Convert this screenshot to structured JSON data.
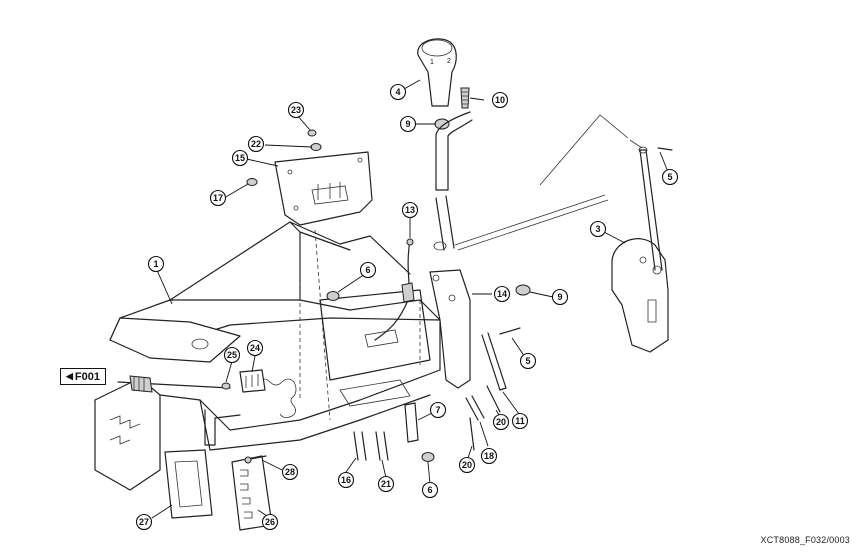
{
  "document_id": "XCT8088_F032/0003",
  "reference_tag": {
    "label": "F001",
    "arrow_icon": "left-triangle-icon"
  },
  "callouts": [
    {
      "id": "c1",
      "label": "1"
    },
    {
      "id": "c3",
      "label": "3"
    },
    {
      "id": "c4",
      "label": "4"
    },
    {
      "id": "c5a",
      "label": "5"
    },
    {
      "id": "c5b",
      "label": "5"
    },
    {
      "id": "c6a",
      "label": "6"
    },
    {
      "id": "c6b",
      "label": "6"
    },
    {
      "id": "c7",
      "label": "7"
    },
    {
      "id": "c9a",
      "label": "9"
    },
    {
      "id": "c9b",
      "label": "9"
    },
    {
      "id": "c10",
      "label": "10"
    },
    {
      "id": "c11",
      "label": "11"
    },
    {
      "id": "c13",
      "label": "13"
    },
    {
      "id": "c14",
      "label": "14"
    },
    {
      "id": "c15",
      "label": "15"
    },
    {
      "id": "c16",
      "label": "16"
    },
    {
      "id": "c17",
      "label": "17"
    },
    {
      "id": "c18",
      "label": "18"
    },
    {
      "id": "c20a",
      "label": "20"
    },
    {
      "id": "c20b",
      "label": "20"
    },
    {
      "id": "c21",
      "label": "21"
    },
    {
      "id": "c22",
      "label": "22"
    },
    {
      "id": "c23",
      "label": "23"
    },
    {
      "id": "c24",
      "label": "24"
    },
    {
      "id": "c25",
      "label": "25"
    },
    {
      "id": "c26",
      "label": "26"
    },
    {
      "id": "c27",
      "label": "27"
    },
    {
      "id": "c28",
      "label": "28"
    }
  ],
  "knob_marking": {
    "digit_1": "1",
    "digit_2": "2"
  }
}
